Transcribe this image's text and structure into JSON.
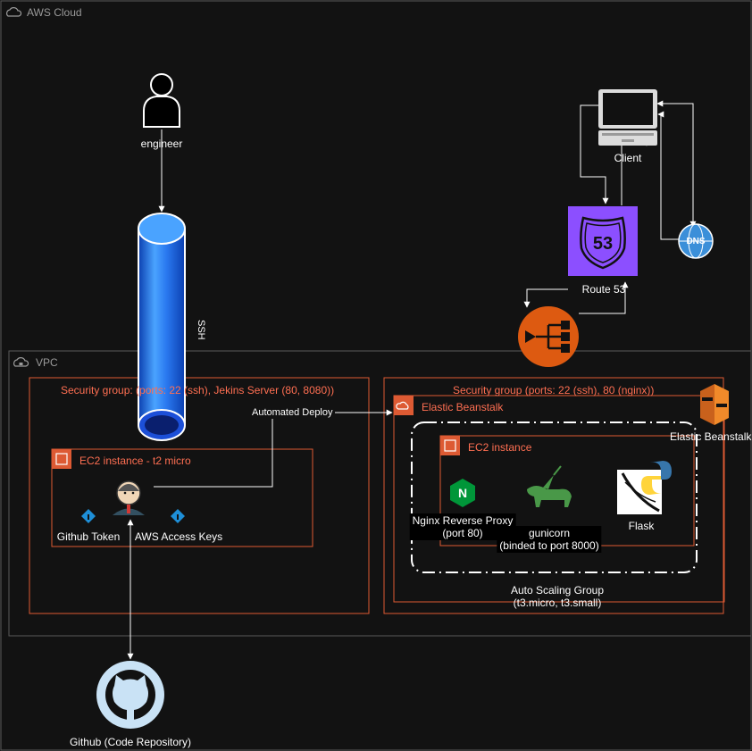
{
  "groups": {
    "aws_cloud": "AWS Cloud",
    "vpc": "VPC",
    "sg_left": "Security group: (ports: 22 (ssh),  Jekins Server (80, 8080))",
    "sg_right": "Security group (ports: 22 (ssh), 80 (nginx))",
    "ec2_left": "EC2 instance - t2 micro",
    "ec2_right": "EC2 instance",
    "elastic_beanstalk_group": "Elastic Beanstalk",
    "elastic_beanstalk_icon_label": "Elastic Beanstalk",
    "asg": "Auto Scaling Group\n(t3.micro, t3.small)"
  },
  "nodes": {
    "engineer": "engineer",
    "client": "Client",
    "route53": "Route 53",
    "route53_badge": "53",
    "dns_badge": "DNS",
    "github_token": "Github Token",
    "aws_access_keys": "AWS Access Keys",
    "nginx": "Nginx Reverse Proxy\n(port 80)",
    "nginx_badge": "N",
    "gunicorn": "gunicorn\n(binded to port 8000)",
    "flask": "Flask",
    "github": "Github (Code Repository)"
  },
  "edges": {
    "ssh": "SSH",
    "automated_deploy": "Automated Deploy"
  },
  "colors": {
    "background": "#121212",
    "group_border": "#5a5a5a",
    "security_group": "#dd5a33",
    "ec2_border": "#dd5a33",
    "route53": "#8c4fff",
    "load_balancer": "#dd5a11",
    "dns": "#3b8fd9",
    "ssh_tube": "#2f7fff"
  },
  "icons": {
    "engineer": "user-icon",
    "client": "laptop-icon",
    "route53": "route53-shield-icon",
    "dns": "dns-globe-icon",
    "load_balancer": "elastic-load-balancer-icon",
    "jenkins": "jenkins-icon",
    "secrets": "key-diamond-icon",
    "nginx": "nginx-icon",
    "gunicorn": "unicorn-icon",
    "flask": "flask-python-icon",
    "github": "github-octocat-icon",
    "elastic_beanstalk": "elastic-beanstalk-icon",
    "cloud": "cloud-icon",
    "chip": "ec2-chip-icon"
  }
}
